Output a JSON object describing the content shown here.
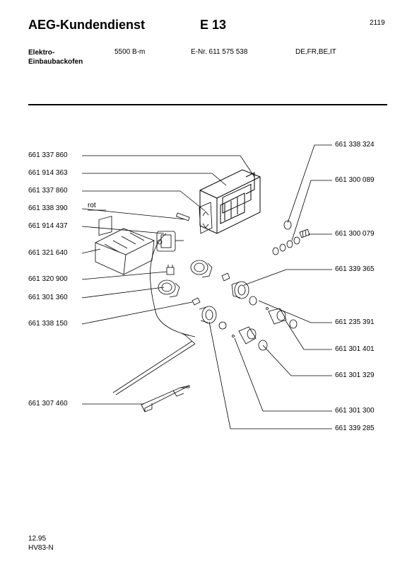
{
  "header": {
    "brand": "AEG-Kundendienst",
    "section": "E 13",
    "page_number": "2119",
    "product_line1": "Elektro-",
    "product_line2": "Einbaubackofen",
    "model": "5500 B-m",
    "enr": "E-Nr. 611 575 538",
    "countries": "DE,FR,BE,IT"
  },
  "annotation_rot": "rot",
  "left_parts": [
    "661 337 860",
    "661 914 363",
    "661 337 860",
    "661 338 390",
    "661 914 437",
    "661 321 640",
    "661 320 900",
    "661 301 360",
    "661 338 150",
    "661 307 460"
  ],
  "right_parts": [
    "661 338 324",
    "661 300 089",
    "661 300 079",
    "661 339 365",
    "661 235 391",
    "661 301 401",
    "661 301 329",
    "661 301 300",
    "661 339 285"
  ],
  "footer": {
    "date": "12.95",
    "code": "HV83-N"
  }
}
